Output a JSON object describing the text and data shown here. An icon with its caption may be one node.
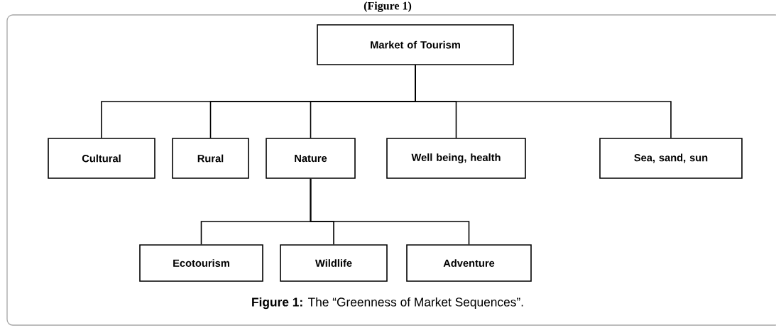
{
  "diagram": {
    "title": "(Figure 1)",
    "caption": "**Figure 1:** The “Greenness of Market Sequences”.",
    "nodes": [
      {
        "text": [
          "Market of Tourism"
        ]
      },
      {
        "text": [
          "Cultural"
        ]
      },
      {
        "text": [
          "Rural"
        ]
      },
      {
        "text": [
          "Nature"
        ]
      },
      {
        "text": [
          "Well being, health"
        ]
      },
      {
        "text": [
          "Sea, sand, sun"
        ]
      },
      {
        "text": [
          "Ecotourism"
        ]
      },
      {
        "text": [
          "Wildlife"
        ]
      },
      {
        "text": [
          "Adventure"
        ]
      }
    ],
    "edges": [
      {
        "from": 0,
        "to": 1,
        "arrow": "none"
      },
      {
        "from": 0,
        "to": 2,
        "arrow": "none"
      },
      {
        "from": 0,
        "to": 3,
        "arrow": "none"
      },
      {
        "from": 0,
        "to": 4,
        "arrow": "none"
      },
      {
        "from": 0,
        "to": 5,
        "arrow": "none"
      },
      {
        "from": 3,
        "to": 6,
        "arrow": "none"
      },
      {
        "from": 3,
        "to": 7,
        "arrow": "none"
      },
      {
        "from": 3,
        "to": 8,
        "arrow": "none"
      }
    ]
  }
}
